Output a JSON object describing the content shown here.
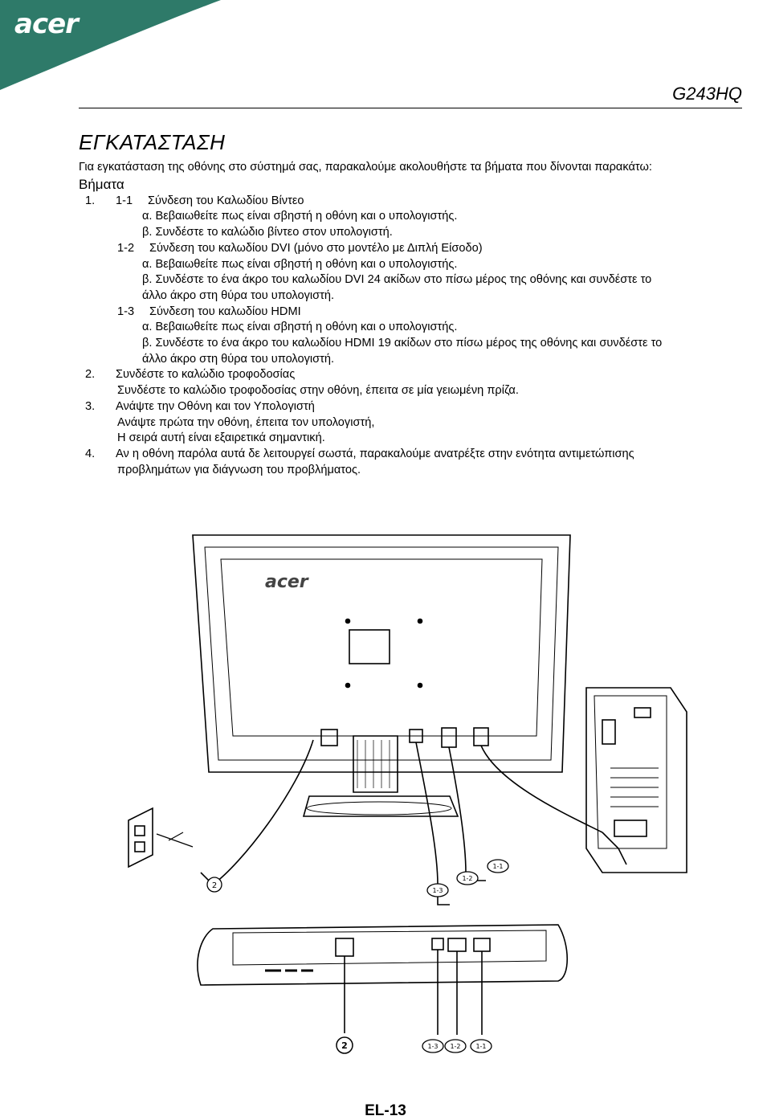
{
  "header": {
    "brand": "acer",
    "model": "G243HQ",
    "brand_color": "#2e7a69"
  },
  "title": "ΕΓΚΑΤΑΣΤΑΣΗ",
  "intro": "Για εγκατάσταση της οθόνης στο σύστημά σας, παρακαλούμε ακολουθήστε τα βήματα που δίνονται παρακάτω:",
  "steps_heading": "Βήματα",
  "step1": {
    "num": "1.",
    "s11": {
      "num": "1-1",
      "label": "Σύνδεση του Καλωδίου Βίντεο",
      "a": "α. Βεβαιωθείτε πως είναι σβηστή η οθόνη και ο υπολογιστής.",
      "b": "β. Συνδέστε το καλώδιο βίντεο στον υπολογιστή."
    },
    "s12": {
      "num": "1-2",
      "label": "Σύνδεση του καλωδίου DVI (μόνο στο μοντέλο με Διπλή Είσοδο)",
      "a": "α. Βεβαιωθείτε πως είναι σβηστή η οθόνη και ο υπολογιστής.",
      "b1": "β. Συνδέστε το ένα άκρο του καλωδίου DVI 24 ακίδων στο πίσω μέρος της οθόνης και συνδέστε το",
      "b2": "άλλο άκρο στη θύρα του υπολογιστή."
    },
    "s13": {
      "num": "1-3",
      "label": "Σύνδεση του καλωδίου HDMI",
      "a": "α. Βεβαιωθείτε πως είναι σβηστή η οθόνη και ο υπολογιστής.",
      "b1": "β. Συνδέστε το ένα άκρο του καλωδίου HDMI 19 ακίδων στο πίσω μέρος της οθόνης και συνδέστε το",
      "b2": "άλλο άκρο στη θύρα του υπολογιστή."
    }
  },
  "step2": {
    "num": "2.",
    "label": "Συνδέστε το καλώδιο τροφοδοσίας",
    "text": "Συνδέστε το καλώδιο τροφοδοσίας στην οθόνη, έπειτα σε μία γειωμένη πρίζα."
  },
  "step3": {
    "num": "3.",
    "label": "Ανάψτε την Οθόνη και τον Υπολογιστή",
    "text1": "Ανάψτε πρώτα την οθόνη, έπειτα τον υπολογιστή,",
    "text2": "Η σειρά αυτή είναι εξαιρετικά σημαντική."
  },
  "step4": {
    "num": "4.",
    "text1": "Αν η οθόνη παρόλα αυτά δε λειτουργεί σωστά, παρακαλούμε ανατρέξτε στην ενότητα αντιμετώπισης",
    "text2": "προβλημάτων για διάγνωση του προβλήματος."
  },
  "diagram": {
    "bezel_logo": "acer",
    "callouts": {
      "c2": "2",
      "c13": "1-3",
      "c12": "1-2",
      "c11": "1-1"
    }
  },
  "footer": {
    "page": "EL-13"
  }
}
